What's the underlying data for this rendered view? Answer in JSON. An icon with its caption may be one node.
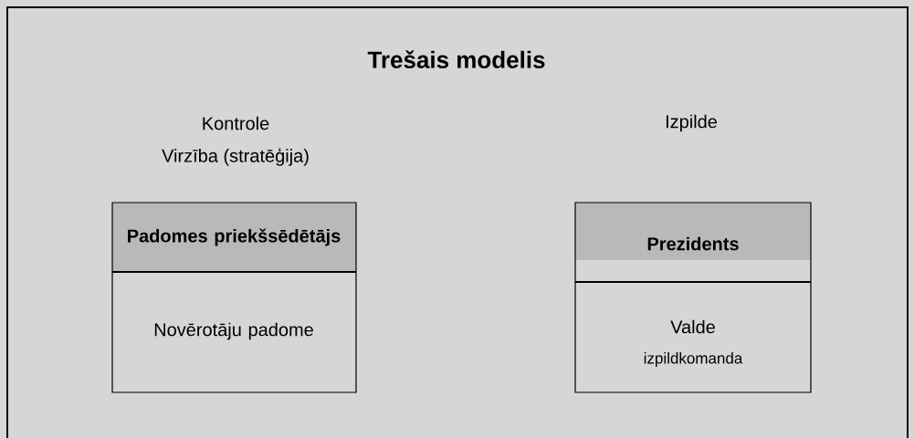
{
  "diagram": {
    "title": "Trešais modelis",
    "nodes": [
      {
        "text": [
          "Padomes priekšsēdētājs",
          "Novērotāju padome"
        ]
      },
      {
        "text": [
          "Prezidents",
          "Valde",
          "izpildkomanda"
        ]
      }
    ],
    "labels": [
      "Kontrole",
      "Virzība (stratēģija)",
      "Izpilde"
    ]
  }
}
